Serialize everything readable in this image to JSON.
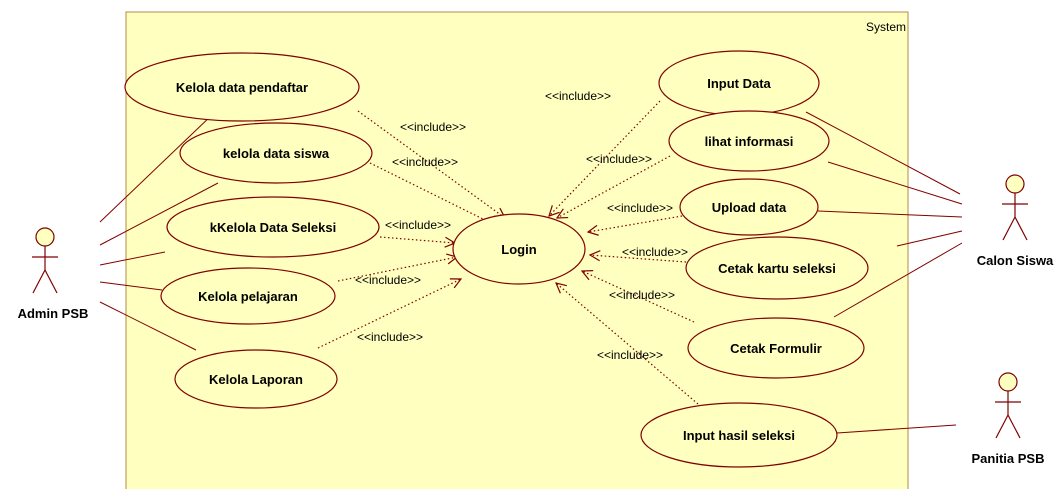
{
  "system": {
    "label": "System",
    "fill": "#ffffc0",
    "stroke": "#b38b46"
  },
  "colors": {
    "line": "#800000",
    "usecase_fill": "#ffffc0"
  },
  "actors": [
    {
      "id": "admin",
      "label": "Admin PSB"
    },
    {
      "id": "calon",
      "label": "Calon Siswa"
    },
    {
      "id": "panitia",
      "label": "Panitia PSB"
    }
  ],
  "usecases": [
    {
      "id": "kelola-pendaftar",
      "label": "Kelola data pendaftar"
    },
    {
      "id": "kelola-siswa",
      "label": "kelola data siswa"
    },
    {
      "id": "kelola-seleksi",
      "label": "kKelola Data Seleksi"
    },
    {
      "id": "kelola-pelajaran",
      "label": "Kelola pelajaran"
    },
    {
      "id": "kelola-laporan",
      "label": "Kelola Laporan"
    },
    {
      "id": "login",
      "label": "Login"
    },
    {
      "id": "input-data",
      "label": "Input Data"
    },
    {
      "id": "lihat-informasi",
      "label": "lihat informasi"
    },
    {
      "id": "upload-data",
      "label": "Upload data"
    },
    {
      "id": "cetak-kartu",
      "label": "Cetak kartu seleksi"
    },
    {
      "id": "cetak-formulir",
      "label": "Cetak Formulir"
    },
    {
      "id": "input-hasil",
      "label": "Input hasil seleksi"
    }
  ],
  "include_label": "<<include>>",
  "includes": [
    {
      "from": "kelola-pendaftar",
      "to": "login"
    },
    {
      "from": "kelola-siswa",
      "to": "login"
    },
    {
      "from": "kelola-seleksi",
      "to": "login"
    },
    {
      "from": "kelola-pelajaran",
      "to": "login"
    },
    {
      "from": "kelola-laporan",
      "to": "login"
    },
    {
      "from": "input-data",
      "to": "login"
    },
    {
      "from": "lihat-informasi",
      "to": "login"
    },
    {
      "from": "upload-data",
      "to": "login"
    },
    {
      "from": "cetak-kartu",
      "to": "login"
    },
    {
      "from": "cetak-formulir",
      "to": "login"
    },
    {
      "from": "input-hasil",
      "to": "login"
    }
  ],
  "associations": [
    {
      "actor": "admin",
      "usecase": "kelola-pendaftar"
    },
    {
      "actor": "admin",
      "usecase": "kelola-siswa"
    },
    {
      "actor": "admin",
      "usecase": "kelola-seleksi"
    },
    {
      "actor": "admin",
      "usecase": "kelola-pelajaran"
    },
    {
      "actor": "admin",
      "usecase": "kelola-laporan"
    },
    {
      "actor": "calon",
      "usecase": "input-data"
    },
    {
      "actor": "calon",
      "usecase": "lihat-informasi"
    },
    {
      "actor": "calon",
      "usecase": "upload-data"
    },
    {
      "actor": "calon",
      "usecase": "cetak-kartu"
    },
    {
      "actor": "calon",
      "usecase": "cetak-formulir"
    },
    {
      "actor": "panitia",
      "usecase": "input-hasil"
    }
  ]
}
